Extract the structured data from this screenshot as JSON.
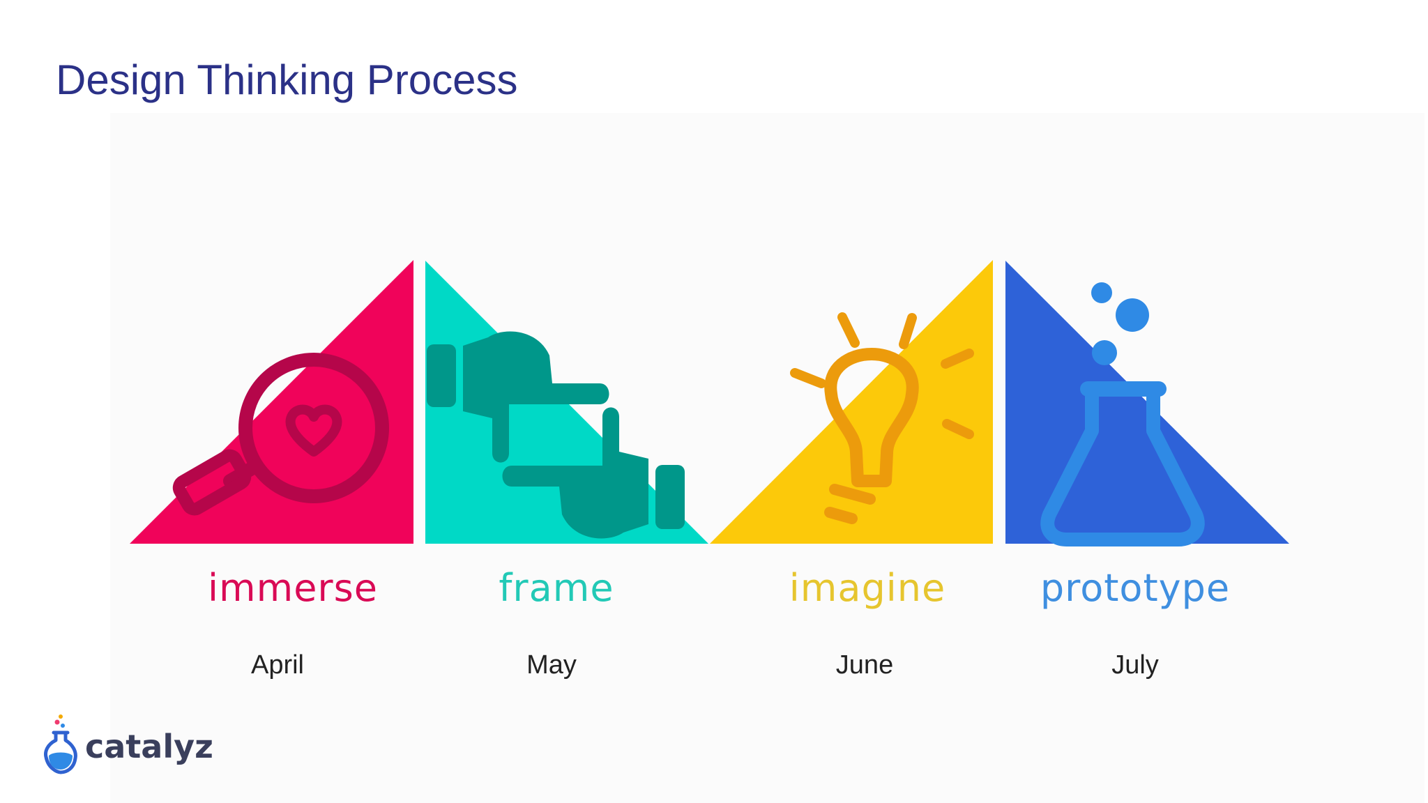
{
  "slide": {
    "title": "Design Thinking Process"
  },
  "stages": [
    {
      "label": "immerse",
      "month": "April",
      "color": "#f0035a",
      "icon": "magnifier-heart-icon"
    },
    {
      "label": "frame",
      "month": "May",
      "color": "#00d9c6",
      "icon": "hands-frame-icon"
    },
    {
      "label": "imagine",
      "month": "June",
      "color": "#fcc90a",
      "icon": "lightbulb-icon"
    },
    {
      "label": "prototype",
      "month": "July",
      "color": "#2e62d8",
      "icon": "flask-icon"
    }
  ],
  "logo": {
    "text": "catalyz",
    "icon": "flask-logo-icon"
  }
}
